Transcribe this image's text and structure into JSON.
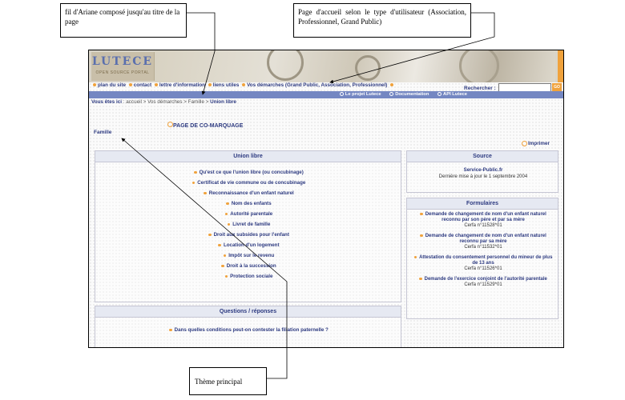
{
  "annotations": {
    "breadcrumb_note": "fil d'Ariane composé jusqu'au titre de la page",
    "home_note": "Page d'accueil selon le type d'utilisateur (Association, Professionnel, Grand Public)",
    "theme_note": "Thème principal"
  },
  "logo": {
    "word": "LUTECE",
    "sub": "OPEN SOURCE PORTAL"
  },
  "nav": {
    "items": [
      "plan du site",
      "contact",
      "lettre d'information",
      "liens utiles",
      "Vos démarches  (Grand Public, Association, Professionnel)"
    ]
  },
  "search": {
    "label": "Rechercher :",
    "button": "GO",
    "value": ""
  },
  "toplinks": [
    "Le projet Lutece",
    "Documentation",
    "API Lutece"
  ],
  "breadcrumb": {
    "prefix": "Vous êtes ici",
    "items": [
      ": accueil",
      "> Vos démarches",
      "> Famille",
      "> "
    ],
    "current": "Union libre"
  },
  "page": {
    "title": "PAGE DE CO-MARQUAGE",
    "section": "Famille",
    "print": "Imprimer"
  },
  "union": {
    "heading": "Union libre",
    "items": [
      "Qu'est ce que l'union libre (ou concubinage)",
      "Certificat de vie commune ou de concubinage",
      "Reconnaissance d'un enfant naturel",
      "Nom des enfants",
      "Autorité parentale",
      "Livret de famille",
      "Droit aux subsides pour l'enfant",
      "Location d'un logement",
      "Impôt sur le revenu",
      "Droit à la succession",
      "Protection sociale"
    ]
  },
  "qa": {
    "heading": "Questions / réponses",
    "items": [
      "Dans quelles conditions peut-on contester la filiation paternelle ?"
    ]
  },
  "source": {
    "heading": "Source",
    "name": "Service-Public.fr",
    "date": "Dernière mise à jour le 1 septembre 2004"
  },
  "forms": {
    "heading": "Formulaires",
    "items": [
      {
        "title": "Demande de changement de nom d'un enfant naturel reconnu par son père et par sa mère",
        "cerfa": "Cerfa n°11528*01"
      },
      {
        "title": "Demande de changement de nom d'un enfant naturel reconnu par sa mère",
        "cerfa": "Cerfa n°11532*01"
      },
      {
        "title": "Attestation du consentement personnel du mineur de plus de 13 ans",
        "cerfa": "Cerfa n°11526*01"
      },
      {
        "title": "Demande de l'exercice conjoint de l'autorité parentale",
        "cerfa": "Cerfa n°11529*01"
      }
    ]
  },
  "colors": {
    "accent": "#f0a23c",
    "link": "#2d3a80",
    "bar": "#7487c2",
    "panel_head": "#e6e9f2"
  }
}
